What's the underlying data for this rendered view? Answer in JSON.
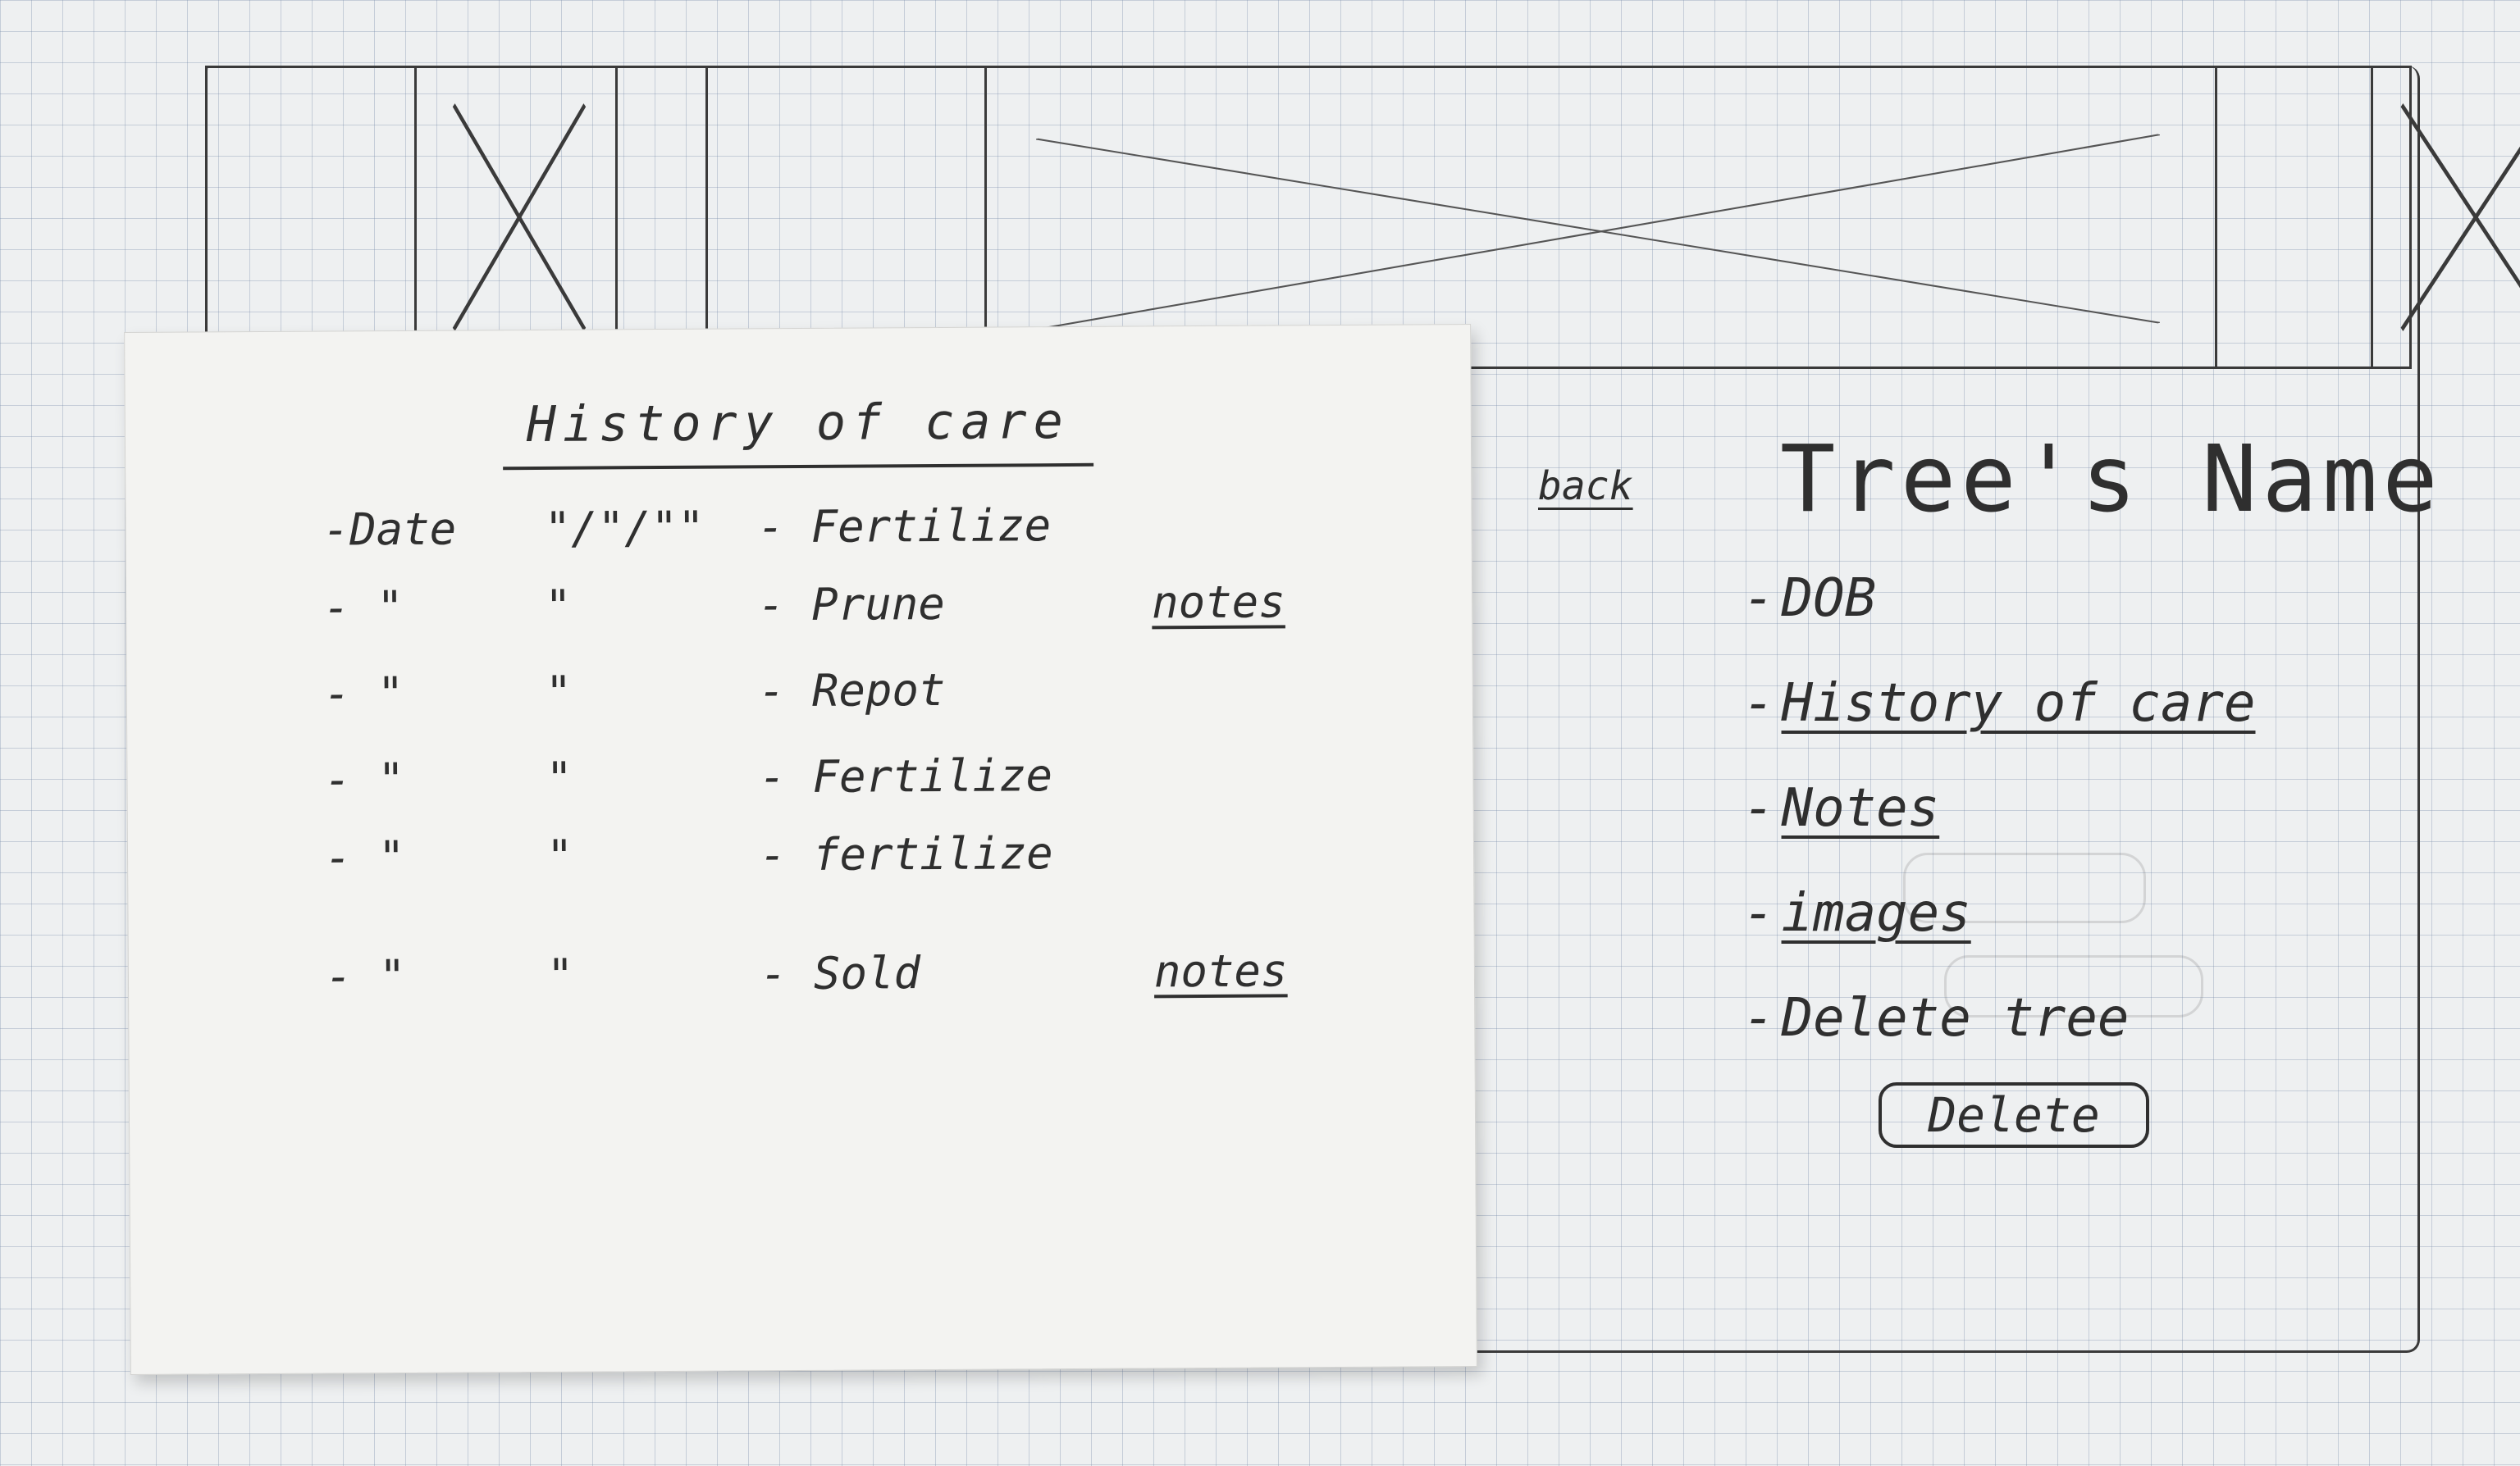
{
  "detail_page": {
    "back_label": "back",
    "tree_name": "Tree's Name",
    "items": [
      {
        "dash": "-",
        "label": "DOB"
      },
      {
        "dash": "-",
        "label": "History of care"
      },
      {
        "dash": "-",
        "label": "Notes"
      },
      {
        "dash": "-",
        "label": "images"
      },
      {
        "dash": "-",
        "label": "Delete tree"
      }
    ],
    "delete_button_label": "Delete"
  },
  "history_card": {
    "title": "History of care",
    "rows": [
      {
        "date": "-Date",
        "ditto": "\"/\"/\"\"",
        "action": "- Fertilize",
        "notes": ""
      },
      {
        "date": "- \"",
        "ditto": "\"",
        "action": "- Prune",
        "notes": "notes"
      },
      {
        "date": "- \"",
        "ditto": "\"",
        "action": "- Repot",
        "notes": ""
      },
      {
        "date": "- \"",
        "ditto": "\"",
        "action": "- Fertilize",
        "notes": ""
      },
      {
        "date": "- \"",
        "ditto": "\"",
        "action": "- fertilize",
        "notes": ""
      },
      {
        "date": "- \"",
        "ditto": "\"",
        "action": "- Sold",
        "notes": "notes"
      }
    ]
  }
}
